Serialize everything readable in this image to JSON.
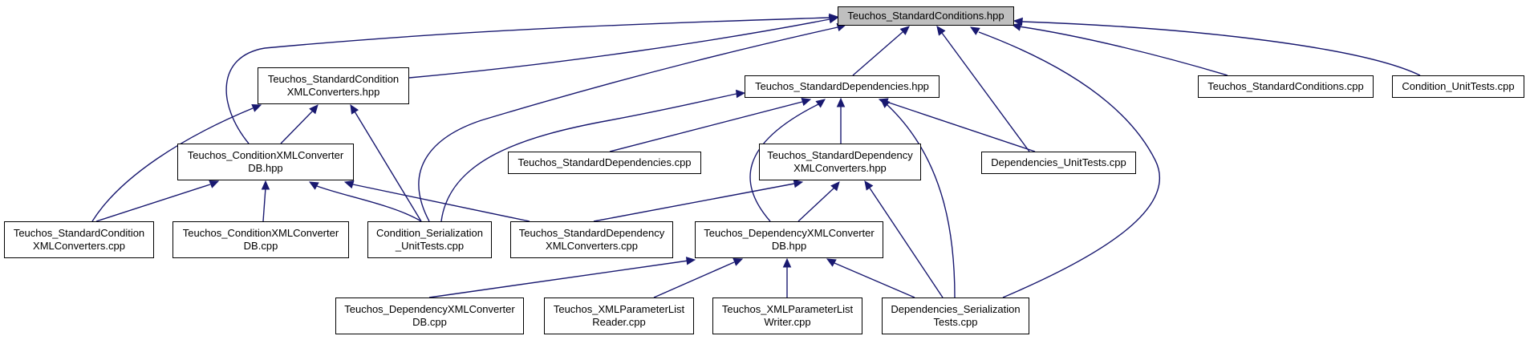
{
  "nodes": {
    "root": "Teuchos_StandardConditions.hpp",
    "cond_conv_hpp": "Teuchos_StandardCondition\nXMLConverters.hpp",
    "std_deps_hpp": "Teuchos_StandardDependencies.hpp",
    "std_conds_cpp": "Teuchos_StandardConditions.cpp",
    "cond_unittests": "Condition_UnitTests.cpp",
    "cond_xml_db_hpp": "Teuchos_ConditionXMLConverter\nDB.hpp",
    "std_deps_cpp": "Teuchos_StandardDependencies.cpp",
    "std_dep_conv_hpp": "Teuchos_StandardDependency\nXMLConverters.hpp",
    "deps_unittests": "Dependencies_UnitTests.cpp",
    "cond_conv_cpp": "Teuchos_StandardCondition\nXMLConverters.cpp",
    "cond_xml_db_cpp": "Teuchos_ConditionXMLConverter\nDB.cpp",
    "cond_ser_tests": "Condition_Serialization\n_UnitTests.cpp",
    "std_dep_conv_cpp": "Teuchos_StandardDependency\nXMLConverters.cpp",
    "dep_xml_db_hpp": "Teuchos_DependencyXMLConverter\nDB.hpp",
    "dep_xml_db_cpp": "Teuchos_DependencyXMLConverter\nDB.cpp",
    "xml_reader_cpp": "Teuchos_XMLParameterList\nReader.cpp",
    "xml_writer_cpp": "Teuchos_XMLParameterList\nWriter.cpp",
    "dep_ser_tests": "Dependencies_Serialization\nTests.cpp"
  },
  "colors": {
    "edge": "#191970",
    "root_fill": "#bfbfbf",
    "node_border": "#000000"
  }
}
